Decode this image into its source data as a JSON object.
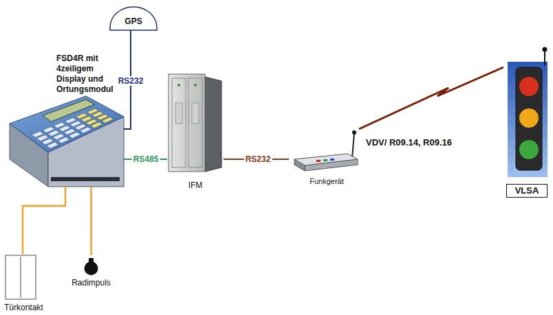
{
  "diagram": {
    "nodes": [
      {
        "text": [
          "GPS"
        ]
      },
      {
        "text": [
          "FSD4R mit 4zeiligem Display und Ortungsmodul"
        ]
      },
      {
        "text": [
          "IFM"
        ]
      },
      {
        "text": [
          "Funkgerät"
        ]
      },
      {
        "text": [
          "VLSA"
        ]
      },
      {
        "text": [
          "Türkontakt"
        ]
      },
      {
        "text": [
          "Radimpuls"
        ]
      }
    ],
    "edges": [
      {
        "from": 0,
        "to": 1,
        "arrow": "none",
        "label": "RS232"
      },
      {
        "from": 1,
        "to": 2,
        "arrow": "none",
        "label": "RS485"
      },
      {
        "from": 2,
        "to": 3,
        "arrow": "none",
        "label": "RS232"
      },
      {
        "from": 3,
        "to": 4,
        "arrow": "none",
        "label": "VDV/ R09.14, R09.16"
      },
      {
        "from": 1,
        "to": 5,
        "arrow": "none"
      },
      {
        "from": 1,
        "to": 6,
        "arrow": "none"
      }
    ]
  }
}
